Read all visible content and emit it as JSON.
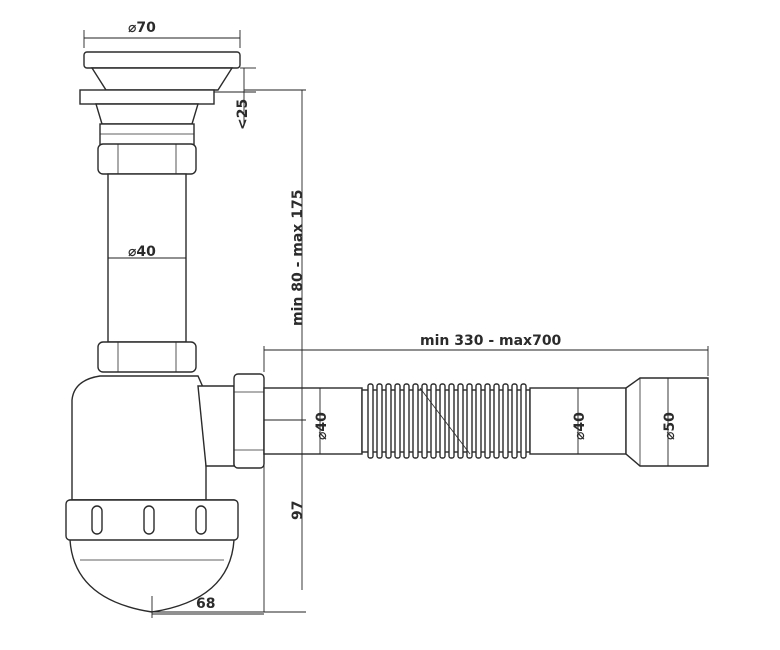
{
  "dimensions": {
    "top_diameter": "⌀70",
    "top_height": "<25",
    "vertical_range": "min 80 - max 175",
    "pipe_diameter": "⌀40",
    "horizontal_range": "min 330 - max700",
    "outlet_inner_diameter_1": "⌀40",
    "outlet_inner_diameter_2": "⌀40",
    "outlet_diameter": "⌀50",
    "trap_height": "97",
    "trap_offset": "68"
  }
}
